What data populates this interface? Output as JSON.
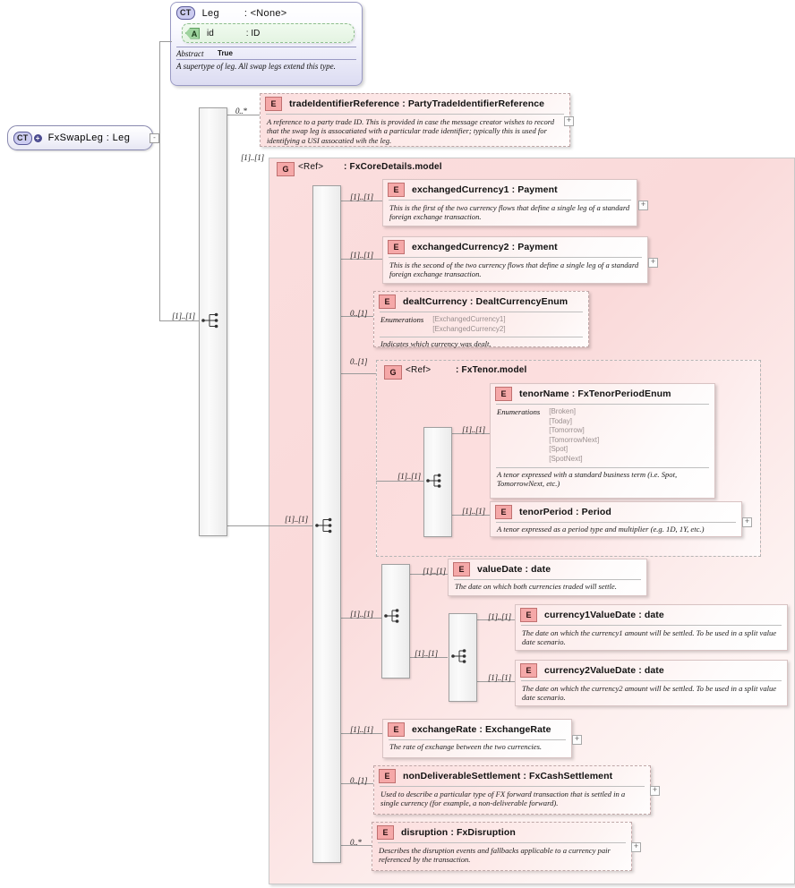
{
  "diagram": {
    "title": "FxSwapLeg : Leg",
    "root": {
      "badge": "CT",
      "plus": "+",
      "label": "FxSwapLeg : Leg",
      "expander": "-"
    },
    "leg_type": {
      "badge": "CT",
      "name": "Leg",
      "type": ": <None>",
      "attribute": {
        "badge": "A",
        "name": "id",
        "type": ": ID"
      },
      "facet_key": "Abstract",
      "facet_value": "True",
      "doc": "A supertype of leg. All swap legs extend this type."
    },
    "groups": [
      {
        "badge": "G",
        "ref": "<Ref>",
        "name": ": FxCoreDetails.model"
      },
      {
        "badge": "G",
        "ref": "<Ref>",
        "name": ": FxTenor.model"
      }
    ],
    "elements": [
      {
        "badge": "E",
        "title": "tradeIdentifierReference : PartyTradeIdentifierReference",
        "doc": "A reference to a party trade ID. This is provided in case the message creator wishes to record that the swap leg is assocatiated with a particular trade identifier; typically this is used for identifying a USI assocatied wih the leg.",
        "cardinality": "0..*",
        "plus": "+"
      },
      {
        "badge": "E",
        "title": "exchangedCurrency1 : Payment",
        "doc": "This is the first of the two currency flows that define a single leg of a standard foreign exchange transaction.",
        "cardinality": "[1]..[1]",
        "plus": "+"
      },
      {
        "badge": "E",
        "title": "exchangedCurrency2 : Payment",
        "doc": "This is the second of the two currency flows that define a single leg of a standard foreign exchange transaction.",
        "cardinality": "[1]..[1]",
        "plus": "+"
      },
      {
        "badge": "E",
        "title": "dealtCurrency : DealtCurrencyEnum",
        "enum_label": "Enumerations",
        "enums": [
          "[ExchangedCurrency1]",
          "[ExchangedCurrency2]"
        ],
        "doc": "Indicates which currency was dealt.",
        "cardinality": "0..[1]"
      },
      {
        "badge": "E",
        "title": "tenorName : FxTenorPeriodEnum",
        "enum_label": "Enumerations",
        "enums": [
          "[Broken]",
          "[Today]",
          "[Tomorrow]",
          "[TomorrowNext]",
          "[Spot]",
          "[SpotNext]"
        ],
        "doc": "A tenor expressed with a standard business term (i.e. Spot, TomorrowNext, etc.)",
        "cardinality": "[1]..[1]"
      },
      {
        "badge": "E",
        "title": "tenorPeriod : Period",
        "doc": "A tenor expressed as a period type and multiplier (e.g. 1D, 1Y, etc.)",
        "cardinality": "[1]..[1]",
        "plus": "+"
      },
      {
        "badge": "E",
        "title": "valueDate : date",
        "doc": "The date on which both currencies traded will settle.",
        "cardinality": "[1]..[1]"
      },
      {
        "badge": "E",
        "title": "currency1ValueDate : date",
        "doc": "The date on which the currency1 amount will be settled. To be used in a split value date scenario.",
        "cardinality": "[1]..[1]"
      },
      {
        "badge": "E",
        "title": "currency2ValueDate : date",
        "doc": "The date on which the currency2 amount will be settled. To be used in a split value date scenario.",
        "cardinality": "[1]..[1]"
      },
      {
        "badge": "E",
        "title": "exchangeRate : ExchangeRate",
        "doc": "The rate of exchange between the two currencies.",
        "cardinality": "[1]..[1]",
        "plus": "+"
      },
      {
        "badge": "E",
        "title": "nonDeliverableSettlement : FxCashSettlement",
        "doc": "Used to describe a particular type of FX forward transaction that is settled in a single currency (for example, a non-deliverable forward).",
        "cardinality": "0..[1]",
        "plus": "+"
      },
      {
        "badge": "E",
        "title": "disruption : FxDisruption",
        "doc": "Describes the disruption events and fallbacks applicable to a currency pair referenced by the transaction.",
        "cardinality": "0..*",
        "plus": "+"
      }
    ],
    "cardinalities": {
      "root_to_group": "[1]..[1]",
      "group_to_tenor": "0..[1]",
      "tenor_inner": "[1]..[1]",
      "valuedate_seq": "[1]..[1]",
      "split_seq": "[1]..[1]",
      "core_group_entry": "[1]..[1]"
    },
    "colors": {
      "element_accent": "#f5a8a8",
      "attribute_accent": "#9ed39e",
      "complextype_accent": "#ccccf0",
      "group_background": "#fbdede",
      "line": "#9a9a9a"
    }
  }
}
